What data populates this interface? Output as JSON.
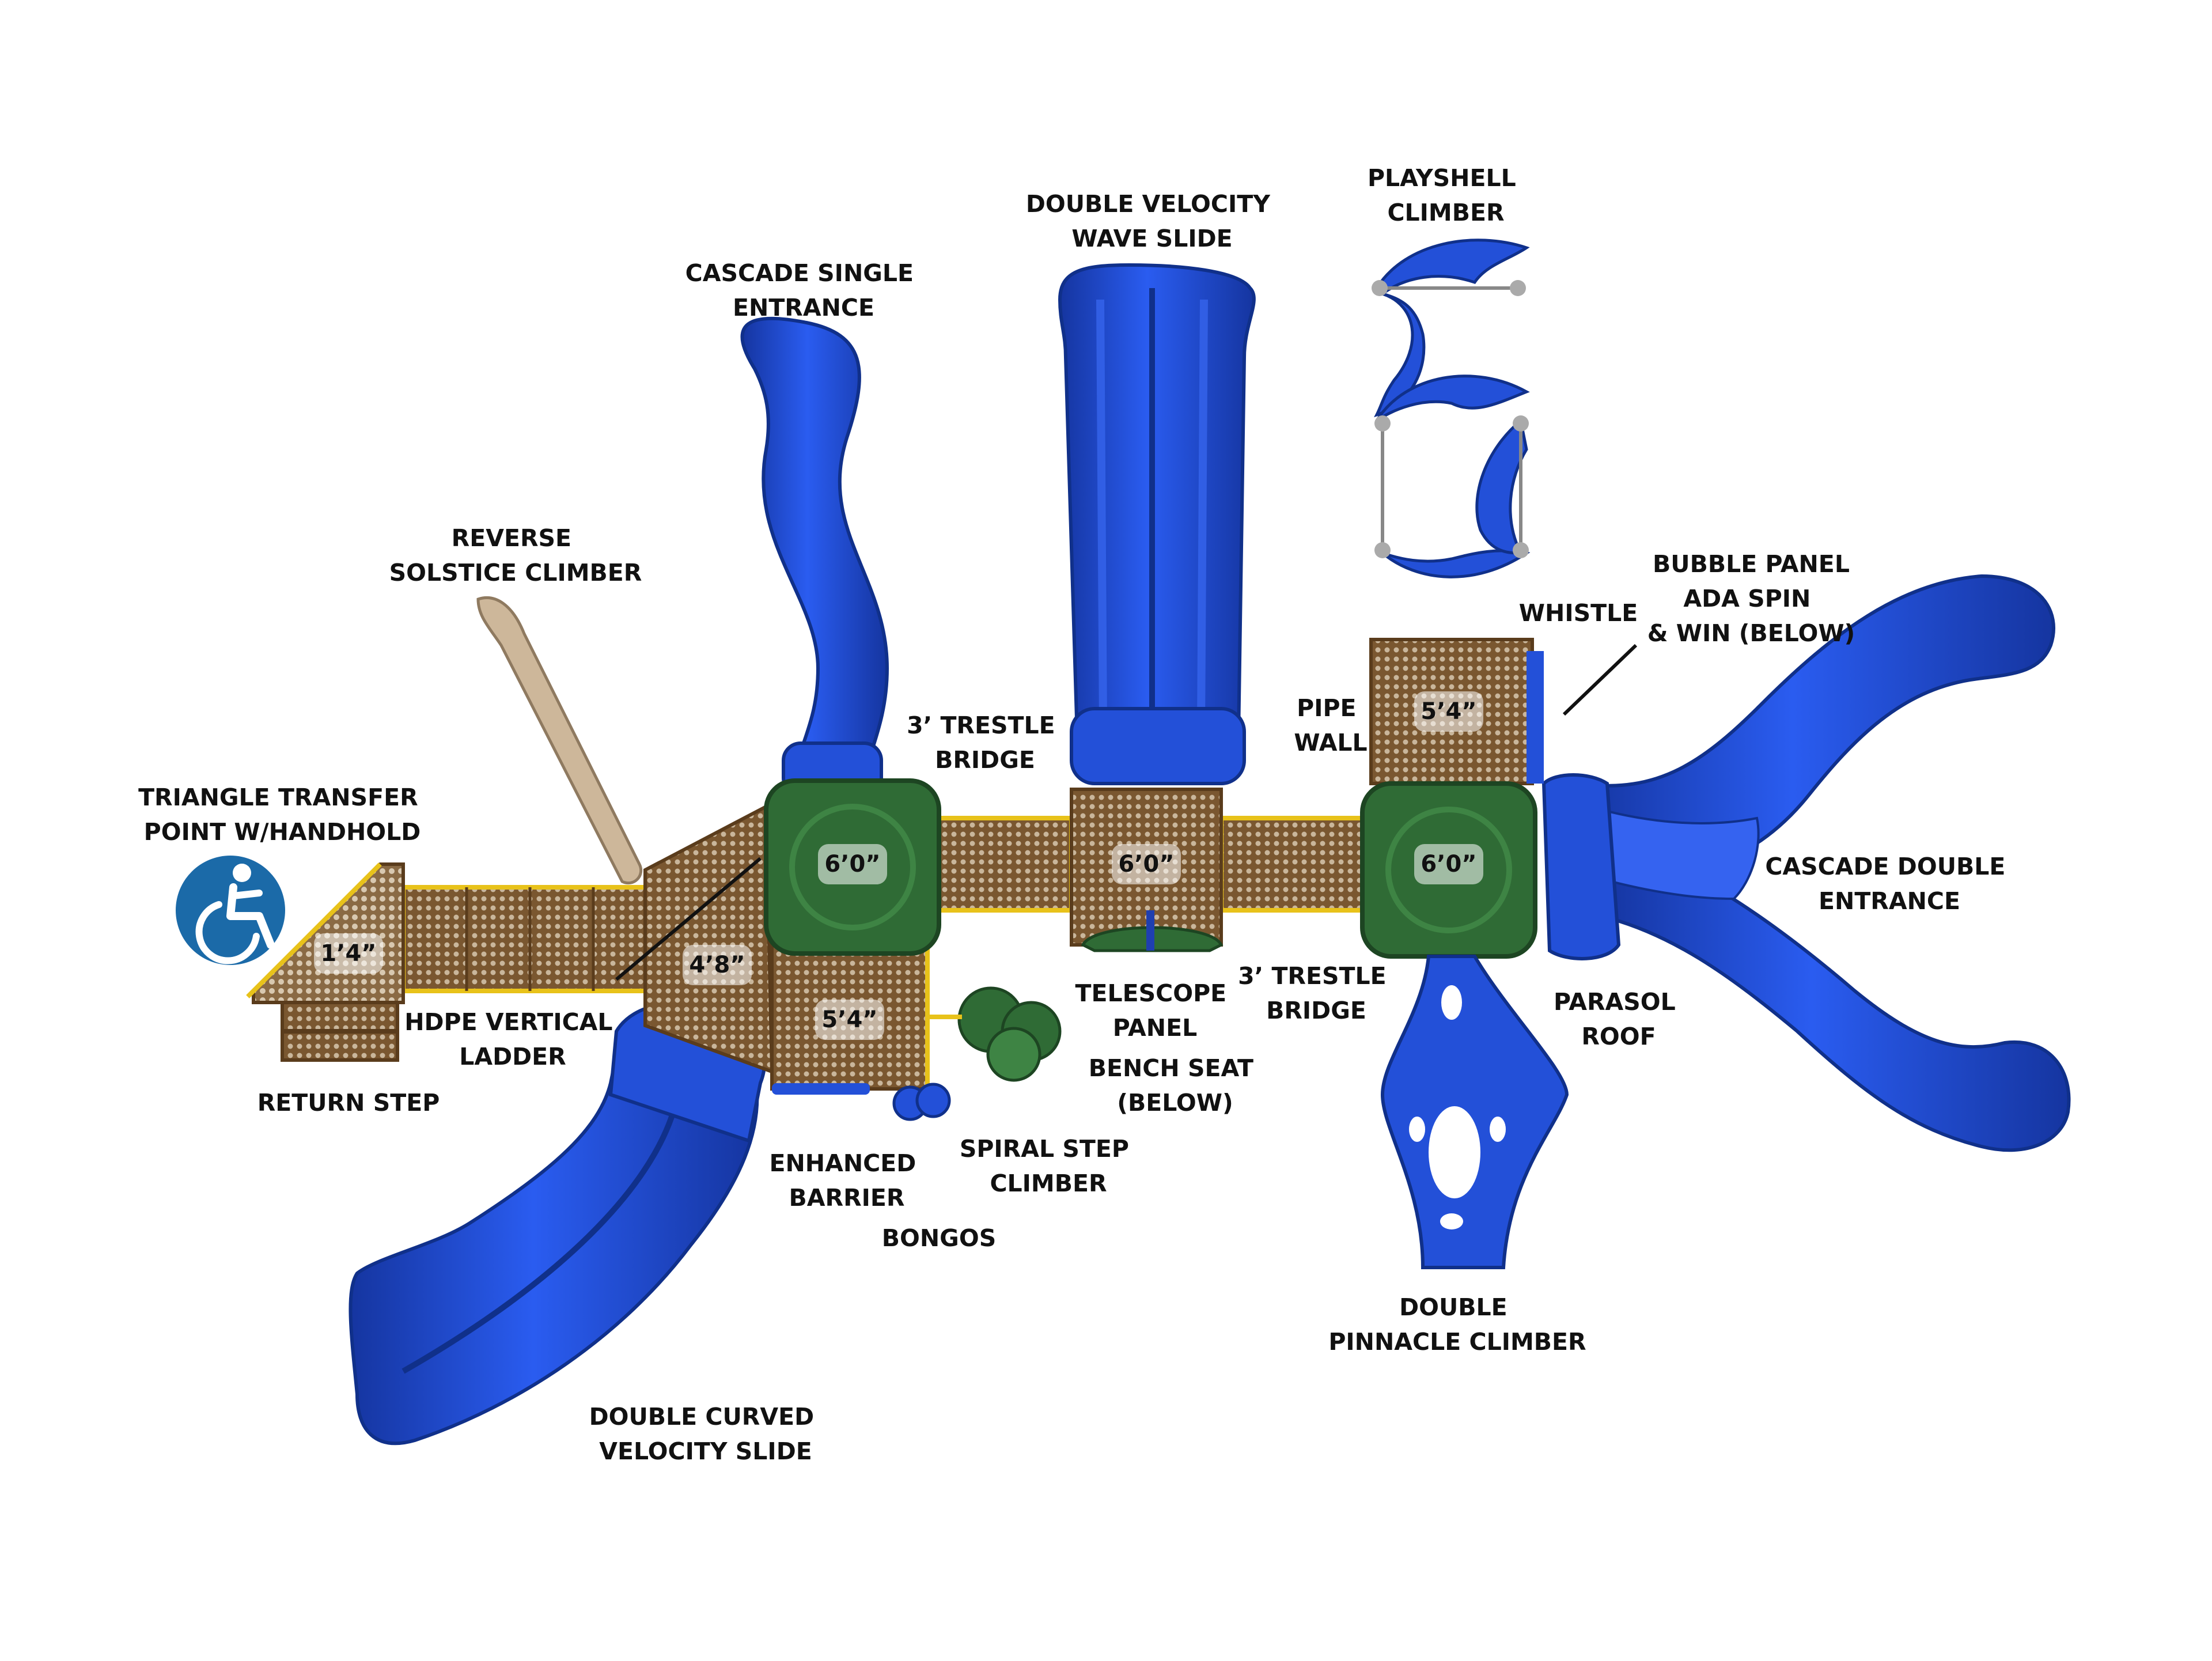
{
  "colors": {
    "slide_blue": "#1f4fd6",
    "slide_blue_dark": "#1535a0",
    "deck_green": "#2f6b35",
    "deck_brown": "#6b4a24",
    "mesh_tan": "#b7a182",
    "rail_yellow": "#e8c21a",
    "ada_badge": "#1b6aa8",
    "climber_tan": "#cdb79a"
  },
  "labels": {
    "playshell_climber": [
      "PLAYSHELL",
      "CLIMBER"
    ],
    "double_velocity_wave_slide": [
      "DOUBLE VELOCITY",
      "WAVE SLIDE"
    ],
    "cascade_single_entrance": [
      "CASCADE SINGLE",
      "ENTRANCE"
    ],
    "reverse_solstice_climber": [
      "REVERSE",
      "SOLSTICE CLIMBER"
    ],
    "bubble_panel": [
      "BUBBLE PANEL"
    ],
    "ada_spin_win": [
      "ADA SPIN",
      "& WIN (BELOW)"
    ],
    "whistle": [
      "WHISTLE"
    ],
    "trestle_bridge_top": [
      "3’ TRESTLE",
      "BRIDGE"
    ],
    "pipe_wall": [
      "PIPE",
      "WALL"
    ],
    "triangle_transfer": [
      "TRIANGLE TRANSFER",
      "POINT W/HANDHOLD"
    ],
    "cascade_double_entrance": [
      "CASCADE DOUBLE",
      "ENTRANCE"
    ],
    "hdpe_vertical_ladder": [
      "HDPE VERTICAL",
      "LADDER"
    ],
    "telescope_panel": [
      "TELESCOPE",
      "PANEL"
    ],
    "trestle_bridge_bottom": [
      "3’ TRESTLE",
      "BRIDGE"
    ],
    "parasol_roof": [
      "PARASOL",
      "ROOF"
    ],
    "return_step": [
      "RETURN STEP"
    ],
    "bench_seat": [
      "BENCH SEAT",
      "(BELOW)"
    ],
    "spiral_step_climber": [
      "SPIRAL STEP",
      "CLIMBER"
    ],
    "enhanced_barrier": [
      "ENHANCED",
      "BARRIER"
    ],
    "bongos": [
      "BONGOS"
    ],
    "double_pinnacle_climber": [
      "DOUBLE",
      "PINNACLE CLIMBER"
    ],
    "double_curved_velocity_slide": [
      "DOUBLE CURVED",
      "VELOCITY SLIDE"
    ]
  },
  "deck_heights": {
    "transfer": "1’4”",
    "deck_left": "4’8”",
    "deck_main_left": "6’0”",
    "deck_lower": "5’4”",
    "deck_middle": "6’0”",
    "deck_right_upper": "5’4”",
    "deck_main_right": "6’0”"
  }
}
